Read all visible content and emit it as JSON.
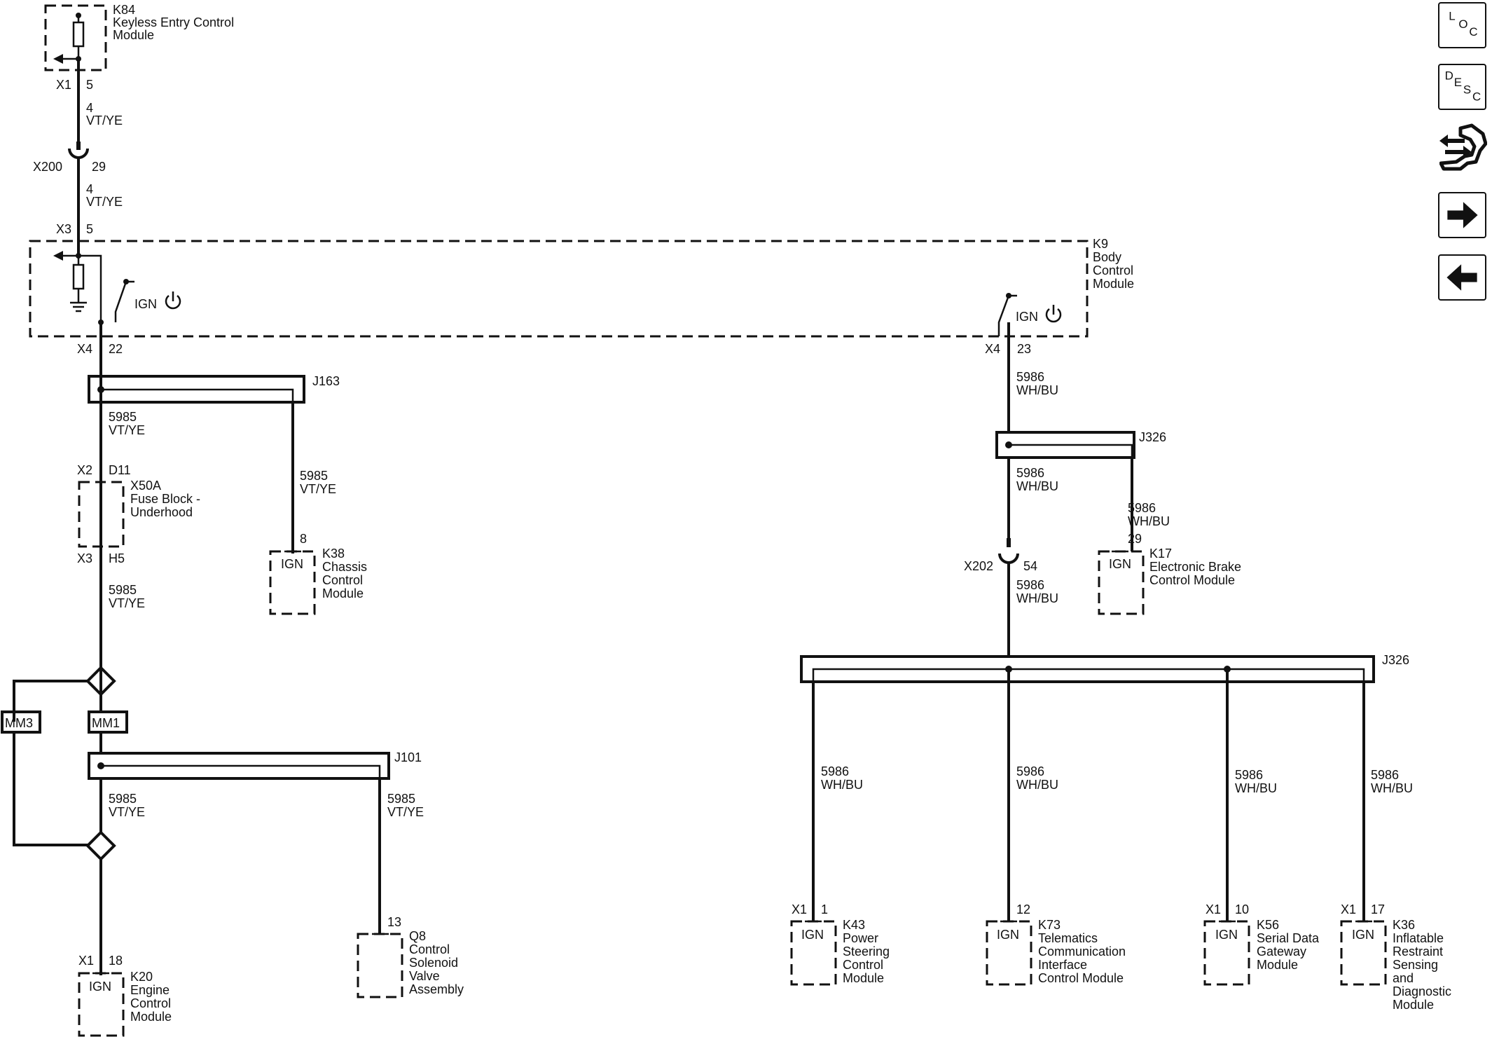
{
  "nav": {
    "loc_button": {
      "letters": [
        "L",
        "O",
        "C"
      ]
    },
    "desc_button": {
      "letters": [
        "D",
        "E",
        "S",
        "C"
      ]
    },
    "service_icon": "wrench-arrows-icon",
    "next_icon": "arrow-right-icon",
    "prev_icon": "arrow-left-icon"
  },
  "components": {
    "k84": {
      "ref": "K84",
      "name_1": "Keyless Entry Control",
      "name_2": "Module",
      "conn": "X1",
      "pin": "5"
    },
    "k9": {
      "ref": "K9",
      "name_1": "Body",
      "name_2": "Control",
      "name_3": "Module",
      "ign_label": "IGN",
      "conn_left": "X4",
      "pin_left": "22",
      "conn_right": "X4",
      "pin_right": "23",
      "conn_top": "X3",
      "pin_top": "5"
    },
    "x200": {
      "ref": "X200",
      "pin": "29"
    },
    "x50a": {
      "ref": "X50A",
      "name_1": "Fuse Block -",
      "name_2": "Underhood",
      "conn_top": "X2",
      "pin_top": "D11",
      "conn_bottom": "X3",
      "pin_bottom": "H5"
    },
    "k38": {
      "ref": "K38",
      "name_1": "Chassis",
      "name_2": "Control",
      "name_3": "Module",
      "pin": "8",
      "box_label": "IGN"
    },
    "mm3": {
      "label": "MM3"
    },
    "mm1": {
      "label": "MM1"
    },
    "k20": {
      "ref": "K20",
      "name_1": "Engine",
      "name_2": "Control",
      "name_3": "Module",
      "conn": "X1",
      "pin": "18",
      "box_label": "IGN"
    },
    "q8": {
      "ref": "Q8",
      "name_1": "Control",
      "name_2": "Solenoid",
      "name_3": "Valve",
      "name_4": "Assembly",
      "pin": "13"
    },
    "x202": {
      "ref": "X202",
      "pin": "54"
    },
    "k17": {
      "ref": "K17",
      "name_1": "Electronic Brake",
      "name_2": "Control Module",
      "pin": "29",
      "box_label": "IGN"
    },
    "k43": {
      "ref": "K43",
      "name_1": "Power",
      "name_2": "Steering",
      "name_3": "Control",
      "name_4": "Module",
      "conn": "X1",
      "pin": "1",
      "box_label": "IGN"
    },
    "k73": {
      "ref": "K73",
      "name_1": "Telematics",
      "name_2": "Communication",
      "name_3": "Interface",
      "name_4": "Control Module",
      "pin": "12",
      "box_label": "IGN"
    },
    "k56": {
      "ref": "K56",
      "name_1": "Serial Data",
      "name_2": "Gateway",
      "name_3": "Module",
      "conn": "X1",
      "pin": "10",
      "box_label": "IGN"
    },
    "k36": {
      "ref": "K36",
      "name_1": "Inflatable",
      "name_2": "Restraint",
      "name_3": "Sensing",
      "name_4": "and",
      "name_5": "Diagnostic",
      "name_6": "Module",
      "conn": "X1",
      "pin": "17",
      "box_label": "IGN"
    }
  },
  "splices": {
    "j163": "J163",
    "j326_upper": "J326",
    "j326_lower": "J326",
    "j101": "J101"
  },
  "wires": {
    "k84_to_x200": {
      "circuit": "4",
      "color": "VT/YE"
    },
    "x200_to_k9": {
      "circuit": "4",
      "color": "VT/YE"
    },
    "j163_to_x50a": {
      "circuit": "5985",
      "color": "VT/YE"
    },
    "j163_to_k38": {
      "circuit": "5985",
      "color": "VT/YE"
    },
    "x50a_to_mm": {
      "circuit": "5985",
      "color": "VT/YE"
    },
    "j101_to_k20": {
      "circuit": "5985",
      "color": "VT/YE"
    },
    "j101_to_q8": {
      "circuit": "5985",
      "color": "VT/YE"
    },
    "k9_to_j326": {
      "circuit": "5986",
      "color": "WH/BU"
    },
    "j326_to_x202": {
      "circuit": "5986",
      "color": "WH/BU"
    },
    "j326_to_k17": {
      "circuit": "5986",
      "color": "WH/BU"
    },
    "x202_to_j326": {
      "circuit": "5986",
      "color": "WH/BU"
    },
    "j326_to_k43": {
      "circuit": "5986",
      "color": "WH/BU"
    },
    "j326_to_k73": {
      "circuit": "5986",
      "color": "WH/BU"
    },
    "j326_to_k56": {
      "circuit": "5986",
      "color": "WH/BU"
    },
    "j326_to_k36": {
      "circuit": "5986",
      "color": "WH/BU"
    }
  }
}
